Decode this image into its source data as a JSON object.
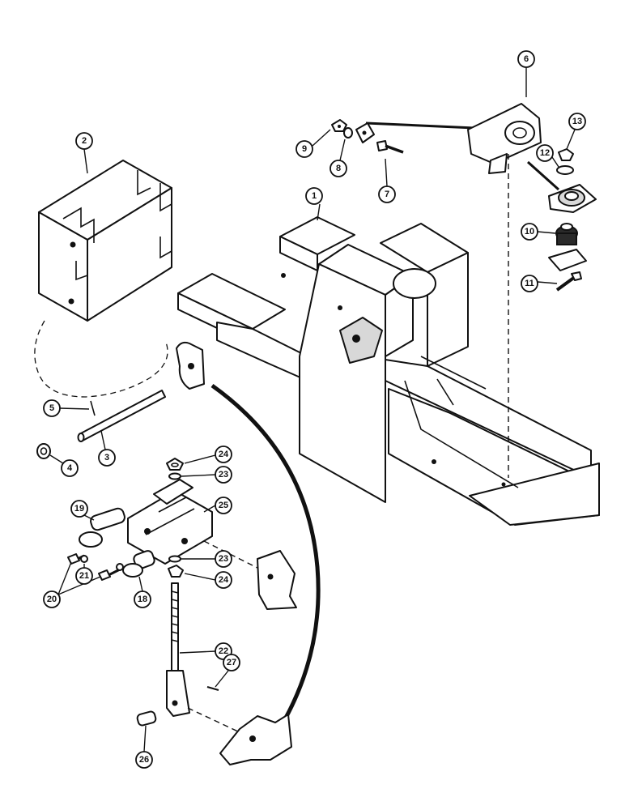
{
  "callouts": [
    {
      "id": "c1",
      "label": "1"
    },
    {
      "id": "c2",
      "label": "2"
    },
    {
      "id": "c3",
      "label": "3"
    },
    {
      "id": "c4",
      "label": "4"
    },
    {
      "id": "c5",
      "label": "5"
    },
    {
      "id": "c6",
      "label": "6"
    },
    {
      "id": "c7",
      "label": "7"
    },
    {
      "id": "c8",
      "label": "8"
    },
    {
      "id": "c9",
      "label": "9"
    },
    {
      "id": "c10",
      "label": "10"
    },
    {
      "id": "c11",
      "label": "11"
    },
    {
      "id": "c12",
      "label": "12"
    },
    {
      "id": "c13",
      "label": "13"
    },
    {
      "id": "c18",
      "label": "18"
    },
    {
      "id": "c19",
      "label": "19"
    },
    {
      "id": "c20",
      "label": "20"
    },
    {
      "id": "c21",
      "label": "21"
    },
    {
      "id": "c22",
      "label": "22"
    },
    {
      "id": "c23a",
      "label": "23"
    },
    {
      "id": "c23b",
      "label": "23"
    },
    {
      "id": "c24a",
      "label": "24"
    },
    {
      "id": "c24b",
      "label": "24"
    },
    {
      "id": "c25",
      "label": "25"
    },
    {
      "id": "c26",
      "label": "26"
    },
    {
      "id": "c27",
      "label": "27"
    }
  ],
  "colors": {
    "line": "#111111",
    "background": "#ffffff"
  }
}
